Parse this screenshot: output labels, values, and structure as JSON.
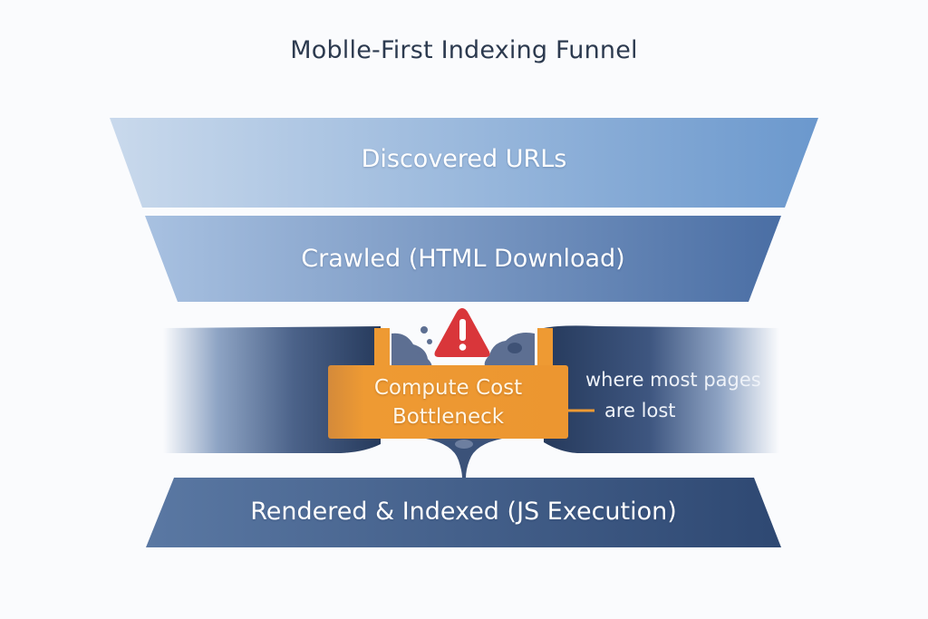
{
  "title": "Moblle-First Indexing Funnel",
  "stages": [
    {
      "label": "Discovered URLs",
      "color_left": "#c4d5ea",
      "color_right": "#6f9bcf"
    },
    {
      "label": "Crawled (HTML Download)",
      "color_left": "#a9c2e2",
      "color_right": "#4e71a6"
    },
    {
      "label": "Rendered & Indexed (JS Execution)",
      "color_left": "#5877a2",
      "color_right": "#2f4a74"
    }
  ],
  "bottleneck": {
    "line1": "Compute Cost",
    "line2": "Bottleneck",
    "box_color": "#ee9a33",
    "band_color": "#2d4266",
    "warning_color": "#d9363a",
    "warning_icon": "warning-triangle-icon"
  },
  "annotation": {
    "line1": "where most pages",
    "line2": "are lost"
  }
}
